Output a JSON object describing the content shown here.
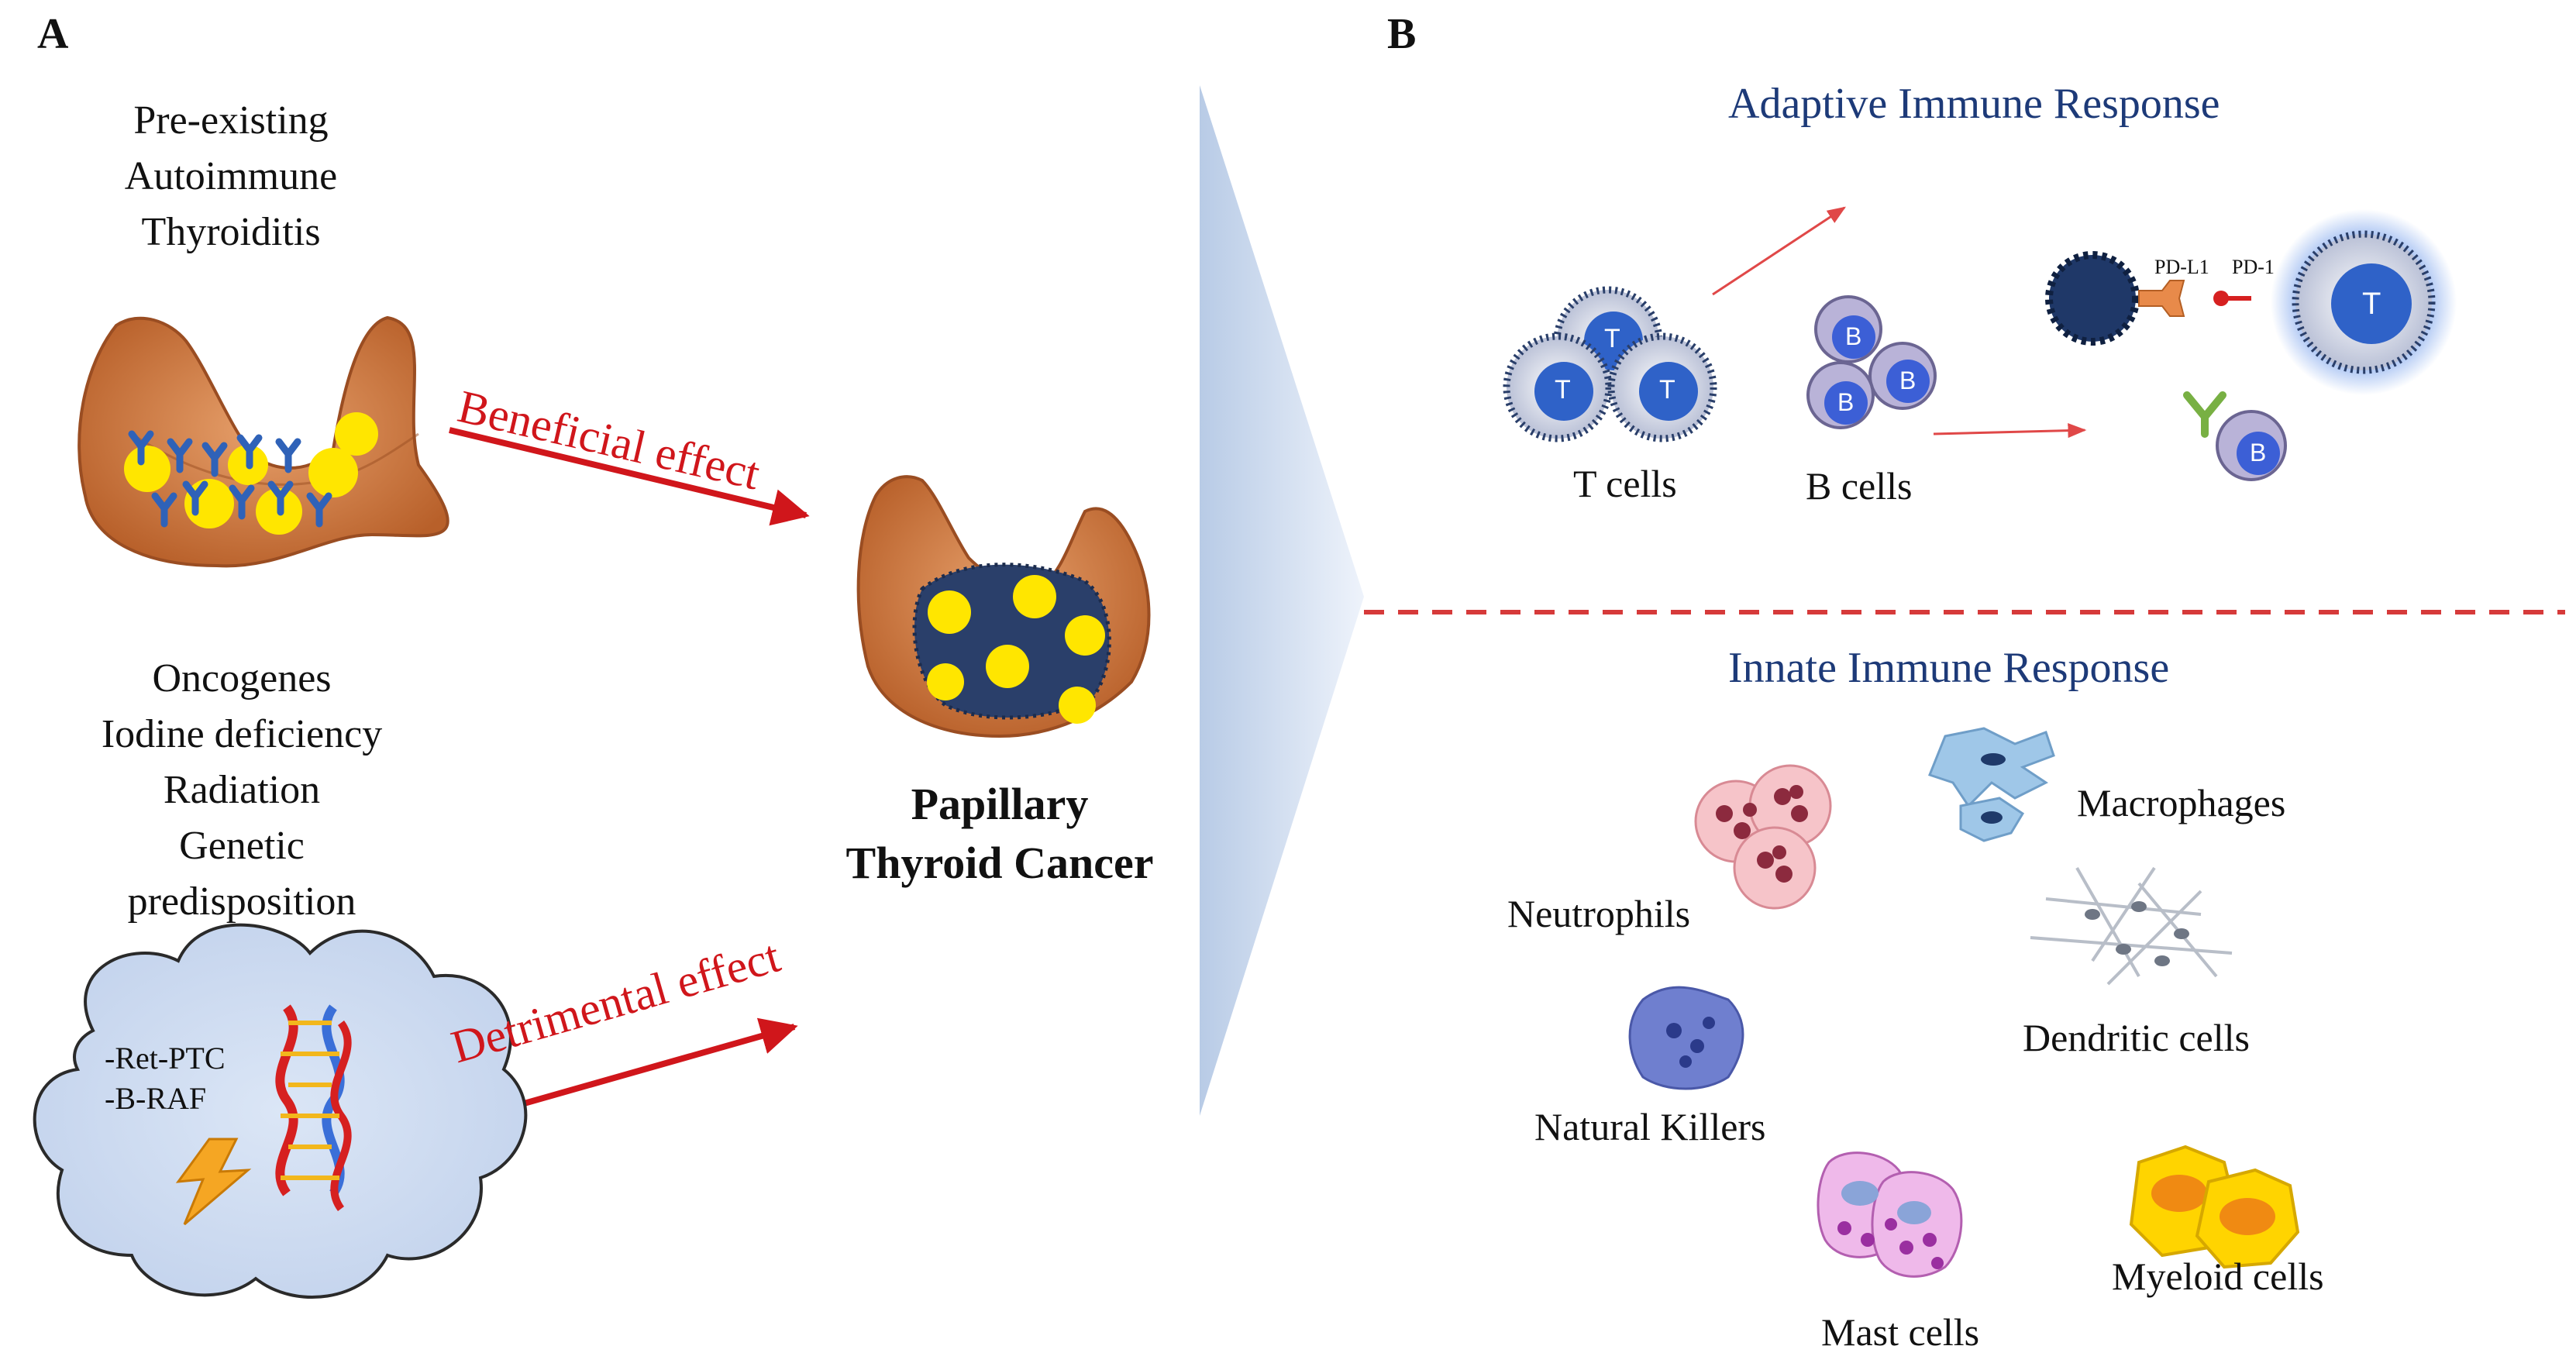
{
  "panel_a": {
    "label": "A",
    "risk_protective": [
      "Pre-existing",
      "Autoimmune",
      "Thyroiditis"
    ],
    "risk_factors": [
      "Oncogenes",
      "Iodine deficiency",
      "Radiation",
      "Genetic",
      "predisposition"
    ],
    "genes": [
      "-Ret-PTC",
      "-B-RAF"
    ],
    "beneficial_label": "Beneficial effect",
    "detrimental_label": "Detrimental effect",
    "outcome": [
      "Papillary",
      "Thyroid Cancer"
    ]
  },
  "panel_b": {
    "label": "B",
    "adaptive_title": "Adaptive Immune Response",
    "innate_title": "Innate Immune Response",
    "adaptive_cells": {
      "t_cells": "T cells",
      "b_cells": "B cells",
      "t_mark": "T",
      "b_mark": "B"
    },
    "checkpoint": {
      "ligand": "PD-L1",
      "receptor": "PD-1"
    },
    "innate_cells": {
      "neutrophils": "Neutrophils",
      "macrophages": "Macrophages",
      "dendritic": "Dendritic cells",
      "nk": "Natural Killers",
      "mast": "Mast cells",
      "myeloid": "Myeloid cells"
    }
  },
  "colors": {
    "effect_arrow": "#d0161b",
    "title_blue": "#1d3a78",
    "thyroid": "#c8703a",
    "separator": "#d63a3a"
  }
}
